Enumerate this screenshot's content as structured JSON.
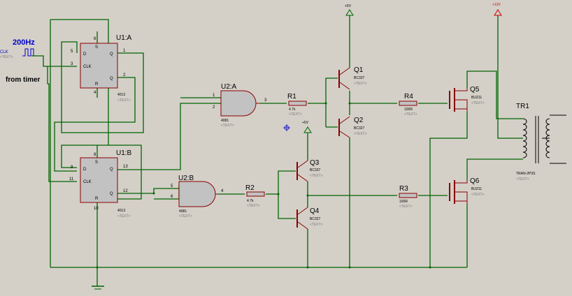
{
  "source": {
    "freq": "200Hz",
    "name": "CLK",
    "text": "<TEXT>",
    "from_timer": "from timer"
  },
  "u1a": {
    "name": "U1:A",
    "part": "4013",
    "text": "<TEXT>",
    "pins": {
      "d": "D",
      "clk": "CLK",
      "q": "Q",
      "qn": "Q",
      "s": "S",
      "r": "R",
      "p5": "5",
      "p3": "3",
      "p1": "1",
      "p2": "2",
      "p6": "6",
      "p4": "4"
    }
  },
  "u1b": {
    "name": "U1:B",
    "part": "4013",
    "text": "<TEXT>",
    "pins": {
      "d": "D",
      "clk": "CLK",
      "q": "Q",
      "qn": "Q",
      "s": "S",
      "r": "R",
      "p9": "9",
      "p11": "11",
      "p13": "13",
      "p12": "12",
      "p8": "8",
      "p10": "10"
    }
  },
  "u2a": {
    "name": "U2:A",
    "part": "4081",
    "text": "<TEXT>",
    "pins": {
      "p1": "1",
      "p2": "2",
      "p3": "3"
    }
  },
  "u2b": {
    "name": "U2:B",
    "part": "4081",
    "text": "<TEXT>",
    "pins": {
      "p5": "5",
      "p6": "6",
      "p4": "4"
    }
  },
  "r1": {
    "name": "R1",
    "value": "4.7k",
    "text": "<TEXT>"
  },
  "r2": {
    "name": "R2",
    "value": "4.7k",
    "text": "<TEXT>"
  },
  "r3": {
    "name": "R3",
    "value": "100R",
    "text": "<TEXT>"
  },
  "r4": {
    "name": "R4",
    "value": "100R",
    "text": "<TEXT>"
  },
  "q1": {
    "name": "Q1",
    "part": "BC337",
    "text": "<TEXT>"
  },
  "q2": {
    "name": "Q2",
    "part": "BC327",
    "text": "<TEXT>"
  },
  "q3": {
    "name": "Q3",
    "part": "BC337",
    "text": "<TEXT>"
  },
  "q4": {
    "name": "Q4",
    "part": "BC327",
    "text": "<TEXT>"
  },
  "q5": {
    "name": "Q5",
    "part": "BUZ11",
    "text": "<TEXT>"
  },
  "q6": {
    "name": "Q6",
    "part": "BUZ11",
    "text": "<TEXT>"
  },
  "tr1": {
    "name": "TR1",
    "part": "TRAN-2P3S",
    "text": "<TEXT>"
  },
  "power": {
    "v5_top": "+5V",
    "v5_mid": "+5V",
    "v12": "+12V"
  }
}
